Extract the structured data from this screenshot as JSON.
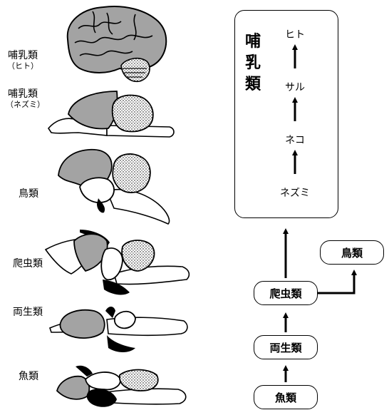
{
  "left_labels": {
    "human": {
      "main": "哺乳類",
      "sub": "（ヒト）"
    },
    "mouse": {
      "main": "哺乳類",
      "sub": "（ネズミ）"
    },
    "bird": {
      "main": "鳥類"
    },
    "reptile": {
      "main": "爬虫類"
    },
    "amphibian": {
      "main": "両生類"
    },
    "fish": {
      "main": "魚類"
    }
  },
  "mammal_box": {
    "title": "哺乳類",
    "stages": [
      "ヒト",
      "サル",
      "ネコ",
      "ネズミ"
    ]
  },
  "boxes": {
    "bird": "鳥類",
    "reptile": "爬虫類",
    "amphibian": "両生類",
    "fish": "魚類"
  },
  "colors": {
    "cerebrum_gray": "#a3a3a3",
    "cerebellum_stipple": "#d8d8d8",
    "black": "#000000",
    "white": "#ffffff"
  }
}
